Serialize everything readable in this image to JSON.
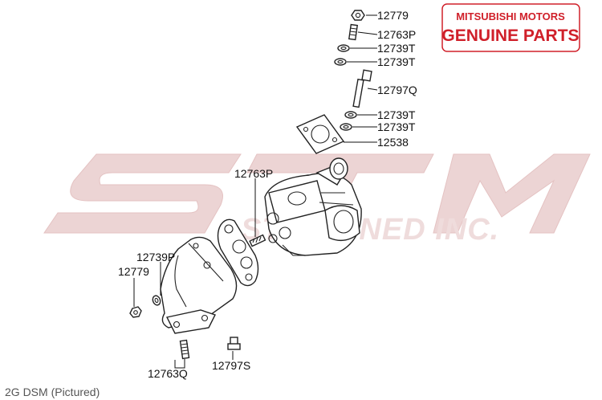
{
  "badge": {
    "line1": "MITSUBISHI MOTORS",
    "line2": "GENUINE PARTS",
    "color": "#d0202a"
  },
  "watermark": {
    "logo": "STM",
    "text": "STM TUNED INC.",
    "color": "#e6c4c4"
  },
  "caption": "2G DSM  (Pictured)",
  "parts": [
    {
      "label": "12779"
    },
    {
      "label": "12763P"
    },
    {
      "label": "12739T"
    },
    {
      "label": "12739T"
    },
    {
      "label": "12797Q"
    },
    {
      "label": "12739T"
    },
    {
      "label": "12739T"
    },
    {
      "label": "12538"
    },
    {
      "label": "12763P"
    },
    {
      "label": "12739P"
    },
    {
      "label": "12779"
    },
    {
      "label": "12763Q"
    },
    {
      "label": "12797S"
    }
  ]
}
